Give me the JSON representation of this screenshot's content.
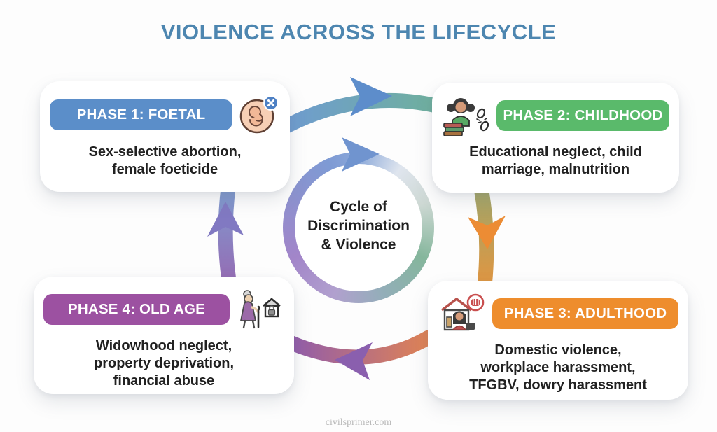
{
  "title": "VIOLENCE ACROSS THE LIFECYCLE",
  "center_label": "Cycle of\nDiscrimination\n& Violence",
  "phases": [
    {
      "label": "PHASE 1: FOETAL",
      "description": "Sex-selective abortion,\nfemale foeticide",
      "color": "#5b8ec9",
      "icon": "foetus-abortion-icon"
    },
    {
      "label": "PHASE 2: CHILDHOOD",
      "description": "Educational neglect, child\nmarriage, malnutrition",
      "color": "#5aba6b",
      "icon": "girl-books-broken-chain-icon"
    },
    {
      "label": "PHASE 3: ADULTHOOD",
      "description": "Domestic violence,\nworkplace harassment,\nTFGBV, dowry harassment",
      "color": "#ee8d2d",
      "icon": "house-woman-fist-icon"
    },
    {
      "label": "PHASE 4: OLD AGE",
      "description": "Widowhood neglect,\nproperty deprivation,\nfinancial abuse",
      "color": "#9c51a1",
      "icon": "elderly-woman-locked-house-icon"
    }
  ],
  "footer": "civilsprimer.com",
  "colors": {
    "title_blue": "#4d86b0",
    "phase1_blue": "#5b8ec9",
    "phase2_green": "#5aba6b",
    "phase3_orange": "#ee8d2d",
    "phase4_purple": "#9c51a1",
    "body_text": "#212121",
    "ring_blue": "#7e9ad4",
    "ring_green": "#85b69c",
    "ring_purple": "#a285c9"
  }
}
